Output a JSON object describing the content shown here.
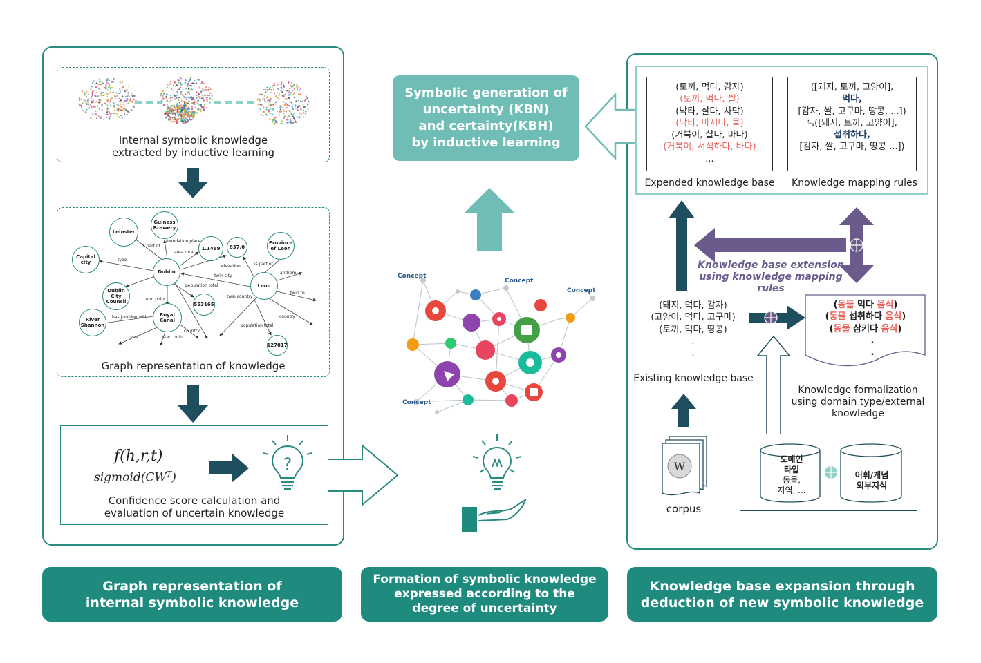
{
  "left_panel": {
    "cluster_caption_1": "Internal symbolic knowledge",
    "cluster_caption_2": "extracted by inductive learning",
    "graph_caption": "Graph representation of knowledge",
    "graph_nodes": {
      "leinster": "Leinster",
      "guinness": "Guiness Brewery",
      "v1": "1.1489",
      "v2": "837.0",
      "leon_province": "Province of Leon",
      "capital": "Capital city",
      "dublin": "Dublin",
      "leon": "Leon",
      "dcc": "Dublin City Council",
      "v3": "553165",
      "shannon": "River Shannon",
      "canal": "Royal Canal",
      "v4": "127817"
    },
    "graph_edges": {
      "is_part_of": "is part of",
      "foundation": "foundation place",
      "area": "area total",
      "type": "type",
      "elevation": "elevation",
      "is_part_of2": "is part of",
      "anthem": "anthem",
      "twin_city": "twin city",
      "pop_total": "population total",
      "twin_to": "twin to",
      "twin_country": "twin country",
      "end_point": "end point",
      "country": "country",
      "junction": "has junction with",
      "pop_total2": "population total",
      "country2": "country",
      "type2": "type",
      "start_point": "start point"
    },
    "formula_1": "f(h,r,t)",
    "formula_2": "sigmoid(CW",
    "formula_sup": "T",
    "formula_close": ")",
    "confidence_caption_1": "Confidence score calculation and",
    "confidence_caption_2": "evaluation of uncertain knowledge",
    "banner_1": "Graph representation of",
    "banner_2": "internal symbolic knowledge"
  },
  "middle": {
    "title_1": "Symbolic generation of",
    "title_2": "uncertainty (KBN)",
    "title_3": "and certainty(KBH)",
    "title_4": "by inductive learning",
    "concept_1": "Concept",
    "concept_2": "Concept",
    "concept_3": "Concept",
    "concept_4": "Concept",
    "banner_1": "Formation of symbolic knowledge",
    "banner_2": "expressed according to the",
    "banner_3": "degree of uncertainty"
  },
  "right_panel": {
    "ekb_lines": [
      "(토끼, 먹다, 감자)",
      "(토끼, 먹다, 쌀)",
      "(낙타, 살다, 사막)",
      "(낙타, 마시다, 물)",
      "(거북이, 살다, 바다)",
      "(거북이, 서식하다, 바다)",
      "..."
    ],
    "ekb_caption": "Expended knowledge base",
    "rules_lines": [
      "([돼지, 토끼, 고양이],",
      "먹다,",
      "[감자, 쌀, 고구마, 땅콩, ...])",
      "≒([돼지, 토끼, 고양이],",
      "섭취하다,",
      "[감자, 쌀, 고구마, 땅콩 ...])"
    ],
    "rules_caption": "Knowledge mapping rules",
    "extension_1": "Knowledge base extension",
    "extension_2": "using knowledge mapping rules",
    "existing_lines": [
      "(돼지, 먹다, 감자)",
      "(고양이, 먹다, 고구마)",
      "(토끼, 먹다, 땅콩)",
      ".",
      "."
    ],
    "existing_caption": "Existing knowledge base",
    "formal_1a": "동물",
    "formal_1b": " 먹다 ",
    "formal_1c": "음식",
    "formal_2a": "동물",
    "formal_2b": " 섭취하다 ",
    "formal_2c": "음식",
    "formal_3a": "동물",
    "formal_3b": " 삼키다 ",
    "formal_3c": "음식",
    "formal_dots": ".",
    "formal_caption_1": "Knowledge formalization",
    "formal_caption_2": "using domain type/external",
    "formal_caption_3": "knowledge",
    "corpus_caption": "corpus",
    "db1_title_1": "도메인",
    "db1_title_2": "타입",
    "db1_line_1": "동물,",
    "db1_line_2": "지역, ...",
    "db2_line_1": "어휘/개념",
    "db2_line_2": "외부지식",
    "banner_1": "Knowledge base expansion through",
    "banner_2": "deduction of new symbolic knowledge"
  },
  "colors": {
    "teal": "#1f8a7e",
    "light_teal": "#6fbdb5",
    "navy": "#1f4e5f",
    "purple": "#6b5b8c",
    "red": "#e8615b"
  }
}
